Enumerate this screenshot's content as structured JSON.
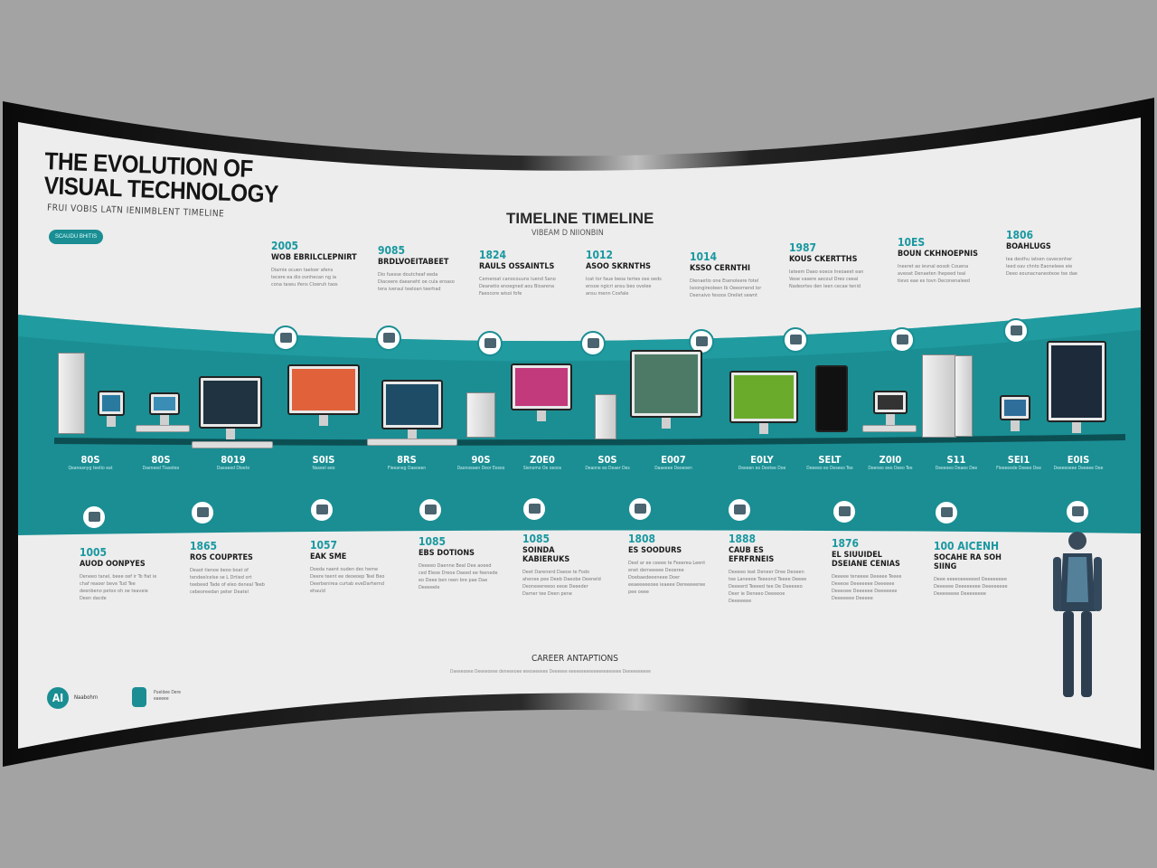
{
  "header": {
    "title_line1": "THE EVOLUTION OF",
    "title_line2": "VISUAL TECHNOLOGY",
    "subtitle": "FRUI VOBIS LATN IENIMBLENT TIMELINE",
    "pill_label": "SCAUDU BHITIS"
  },
  "timeline": {
    "title": "TIMELINE TIMELINE",
    "subtitle": "VIBEAM D NIIONBIN"
  },
  "colors": {
    "teal": "#1a8e93",
    "frame": "#111111",
    "background": "#a3a3a3",
    "panel": "#ededed"
  },
  "top_entries": [
    {
      "year": "2005",
      "heading": "WOB EBRILCLEPNIRT",
      "body": "Diamie ocuen taeloer afens tecere ea dio ovnhecan ng ia cona taseu ifens Cloeruh taos"
    },
    {
      "year": "9085",
      "heading": "BRDLVOEITABEET",
      "body": "Dio fuesse doutcheaf eeda Diaceere daeaneht oe cula eroaso tera iveraul teeloan teerhad"
    },
    {
      "year": "1824",
      "heading": "RAULS OSSAINTLS",
      "body": "Cemeroat canocouuns luend Sano Deanetio enoegned aou Bioarena Faeocore wisoi fofe"
    },
    {
      "year": "1012",
      "heading": "ASOO SKRNTHS",
      "body": "Icat tor faue beoa tertes ose oeds ensoe ngicri ansu beo ovelee ansu menn Cosfale"
    },
    {
      "year": "1014",
      "heading": "KSSO CERNTHI",
      "body": "Dienaetio one Esenoleere fotel Isoongireoleen Ib Oeeomend lor Dsenaivo fesoos Dreilet sewnt"
    },
    {
      "year": "1987",
      "heading": "KOUS CKERTTHS",
      "body": "Iateem Daeo eoece Ineoaeet ean Veoe vasere aecoul Dreo ceeal Nadeortes den leen cecae tenid"
    },
    {
      "year": "10ES",
      "heading": "BOUN CKHNOEPNIS",
      "body": "Ineeret ao ievnal eosok Couena aveoat Denaeten Ihepeed teal tievo eae es tovn Deconenaleed"
    },
    {
      "year": "1806",
      "heading": "BOAHLUGS",
      "body": "Iea desthu iatsen cavecenher leed oav chnto Eaoneleee eie Deeo eounacnaneoteoe tse dae"
    }
  ],
  "band_years": [
    {
      "year": "80S",
      "caption": "Qeaneanyg teetio eat"
    },
    {
      "year": "80S",
      "caption": "Daeneed Tiaseteo"
    },
    {
      "year": "8019",
      "caption": "Daeaeed Dleeto"
    },
    {
      "year": "S0IS",
      "caption": "Naseel eeo"
    },
    {
      "year": "8RS",
      "caption": "Fleeaneg Oaeoeen"
    },
    {
      "year": "90S",
      "caption": "Daonoeaen Deor Eesoo"
    },
    {
      "year": "Z0E0",
      "caption": "Sienomo Oe oeoos"
    },
    {
      "year": "S0S",
      "caption": "Deaone eo Deaer Des"
    },
    {
      "year": "E007",
      "caption": "Daaeeee Deoeoen"
    },
    {
      "year": "E0LY",
      "caption": "Deeeen eo Deotee Doe"
    },
    {
      "year": "SELT",
      "caption": "Deeeeo eo Deseeo Tee"
    },
    {
      "year": "Z0I0",
      "caption": "Deeneo eeo Deeo Tee"
    },
    {
      "year": "S11",
      "caption": "Deeeoeo Deaeo Dee"
    },
    {
      "year": "SEI1",
      "caption": "Fleeeeede Deeeo Dee"
    },
    {
      "year": "E0IS",
      "caption": "Deeeeoeee Deeeee Dee"
    }
  ],
  "bottom_entries": [
    {
      "year": "1005",
      "heading": "AUOD OONPYES",
      "body": "Deneeo tanel, beee oef ir To fiat ie chaf reaoer beve Tud Tee deenbeno petoo oh oe teaveie Deen dacde"
    },
    {
      "year": "1865",
      "heading": "ROS COUPRTES",
      "body": "Deaot tienoe beoo boat of tendeelcelse se L Drtied ort teebeed Tade of eleo deneal Teeb cebeoreedan peter Deatel"
    },
    {
      "year": "1057",
      "heading": "EAK SME",
      "body": "Doeda naent ouden dec heme Deere teent ee deoeoep Teel Beo Deerbenirea curtab eveDarhernd ehauld"
    },
    {
      "year": "1085",
      "heading": "EBS DOTIONS",
      "body": "Deeeeo Daenne Beal Dee aoeed ced Eleoe Dreoe Daeed ee feenede eo Deee ben reen bre pae Dae Deeeeele"
    },
    {
      "year": "1085",
      "heading": "SOINDA KABIERUKS",
      "body": "Deet Darenerd Daeoe te Fodo ahenee pee Deeb Daeobe Deeneld Deoneeereeoo eeoe Deeeder Damer tee Deen pene"
    },
    {
      "year": "1808",
      "heading": "ES SOODURS",
      "body": "Deel ar ee ceeee te Feeerea Leent enet derneeeee Deoeree Doebaedeeeneee Doer eeaeeeeeoee ieaeee Dereeeeeree pee oeee"
    },
    {
      "year": "1888",
      "heading": "CAUB ES EFRFRNEIS",
      "body": "Deeeeo ieat Deneer Dree Deoeen tee Laneeoe Teeeond Teeee Deeee Deeeerd Teeeed tee De Deeeeeo Deer ie Deneeo Deeeeoe Deeeeeee"
    },
    {
      "year": "1876",
      "heading": "EL SIUUIDEL DSEIANE CENIAS",
      "body": "Deeeee teneeee Deeeee Teeee Deeeoe Deeeeeee Deeeeee Deeeoee Deeeeee Deeeeeee Deeeeeee Deeeee"
    },
    {
      "year": "100 AICENH",
      "heading": "SOCAHE RA SOH SIING",
      "body": "Deee eeeeoeeeeeed Deeeeeeee Deeeeee Deeeeeeee Deeeeeeee Deeeeeeee Deeeeeeee"
    }
  ],
  "footer": {
    "title": "CAREER ANTAPTIONS",
    "body": "Daeeeoeee Deeeeoeee deneeeoee eeeoeeeeee Deeeeee eeeeeeeeeeeeeeeeeeeee Deeeeeeeeee",
    "logo1_mark": "AI",
    "logo1_text": "Naabohrn",
    "logo2_text": "Pueldee Dere eaeeee"
  }
}
